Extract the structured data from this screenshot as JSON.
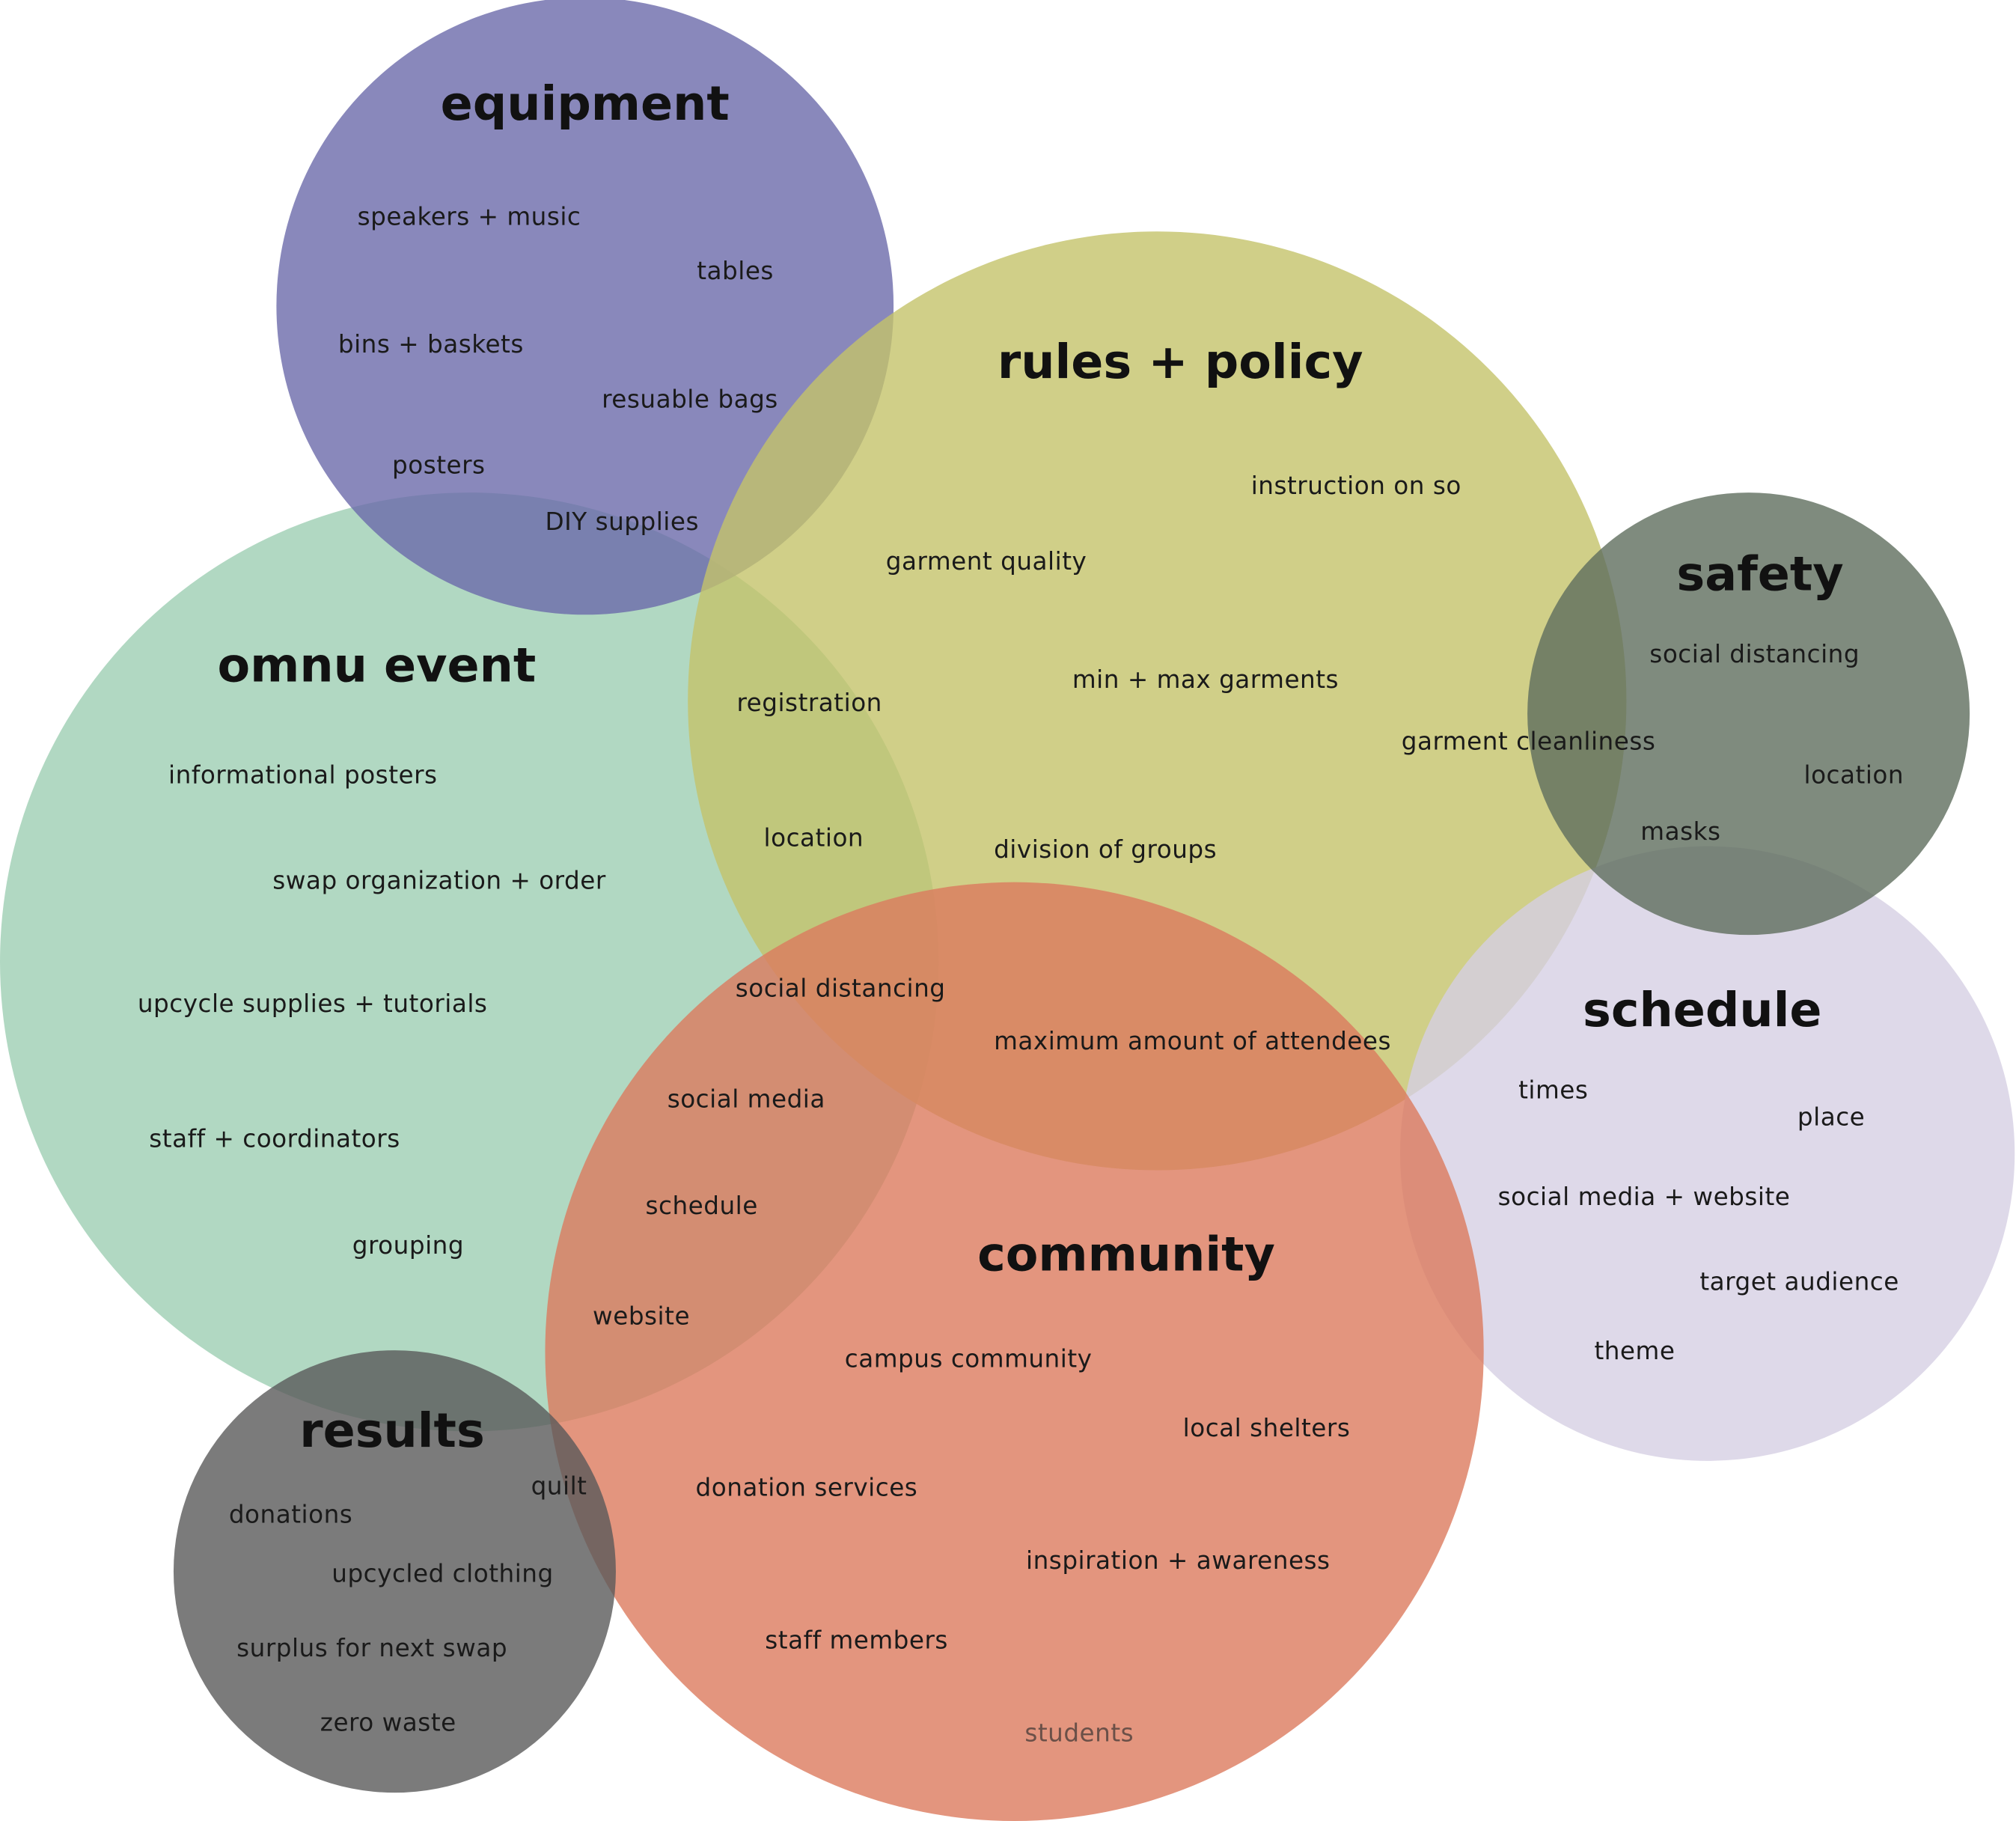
{
  "groups": {
    "equipment": {
      "title": "equipment",
      "color": "#6b6aaa",
      "items": [
        "speakers + music",
        "tables",
        "bins + baskets",
        "resuable bags",
        "posters",
        "DIY supplies"
      ]
    },
    "rules_policy": {
      "title": "rules + policy",
      "color": "#c4c36a",
      "items": [
        "instruction on so",
        "garment quality",
        "registration",
        "min + max garments",
        "garment cleanliness",
        "location",
        "division of groups"
      ]
    },
    "safety": {
      "title": "safety",
      "color": "#5f6e5e",
      "items": [
        "social distancing",
        "location",
        "masks"
      ]
    },
    "omnu_event": {
      "title": "omnu event",
      "color": "#9dceb3",
      "items": [
        "informational posters",
        "swap organization + order",
        "upcycle supplies + tutorials",
        "staff + coordinators",
        "grouping"
      ]
    },
    "schedule": {
      "title": "schedule",
      "color": "#d6d0e4",
      "items": [
        "times",
        "place",
        "social media + website",
        "target audience",
        "theme"
      ]
    },
    "community": {
      "title": "community",
      "color": "#dc7a5e",
      "items": [
        "social distancing",
        "maximum amount of attendees",
        "social media",
        "schedule",
        "website",
        "campus community",
        "local shelters",
        "donation services",
        "inspiration + awareness",
        "staff members",
        "students"
      ]
    },
    "results": {
      "title": "results",
      "color": "#5a5a5a",
      "items": [
        "donations",
        "quilt",
        "upcycled clothing",
        "surplus for next swap",
        "zero waste"
      ]
    }
  }
}
